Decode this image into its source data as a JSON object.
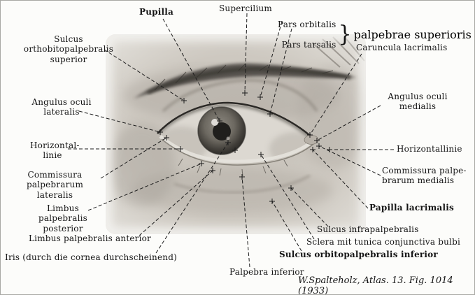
{
  "figure": {
    "citation": "W.Spalteholz, Atlas. 13. Fig. 1014 (1933)"
  },
  "labels": {
    "pupilla": {
      "text": "Pupilla"
    },
    "supercilium": {
      "text": "Supercilium"
    },
    "pars_orbitalis": {
      "text": "Pars orbitalis"
    },
    "pars_tarsalis": {
      "text": "Pars tarsalis"
    },
    "palpebrae_superioris": {
      "brace": "}",
      "text": "palpebrae superioris"
    },
    "sulcus_orbitopalpebralis_superior": {
      "text": "Sulcus\northobitopalpebralis superior"
    },
    "caruncula_lacrimalis": {
      "text": "Caruncula lacrimalis"
    },
    "angulus_oculi_lateralis": {
      "text": "Angulus oculi\nlateralis"
    },
    "angulus_oculi_medialis": {
      "text": "Angulus oculi\nmedialis"
    },
    "horizontallinie_left": {
      "text": "Horizontal-\nlinie"
    },
    "horizontallinie_right": {
      "text": "Horizontallinie"
    },
    "commissura_palpebrarum_lateralis": {
      "text": "Commissura\npalpebrarum lateralis"
    },
    "commissura_palpebrarum_medialis": {
      "text": "Commissura palpe-\nbrarum medialis"
    },
    "limbus_palpebralis_posterior": {
      "text": "Limbus palpebralis\nposterior"
    },
    "papilla_lacrimalis": {
      "text": "Papilla lacrimalis"
    },
    "limbus_palpebralis_anterior": {
      "text": "Limbus palpebralis anterior"
    },
    "sulcus_infrapalpebralis": {
      "text": "Sulcus infrapalpebralis"
    },
    "sclera": {
      "text": "Sclera mit tunica conjunctiva bulbi"
    },
    "sulcus_orbitopalpebralis_inferior": {
      "text": "Sulcus orbitopalpebralis inferior"
    },
    "iris": {
      "text": "Iris (durch die cornea durchscheinend)"
    },
    "palpebra_inferior": {
      "text": "Palpebra inferior"
    }
  }
}
